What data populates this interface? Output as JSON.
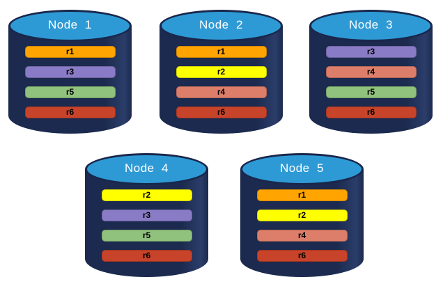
{
  "colors": {
    "cylinder_body": "#1b2a4e",
    "cylinder_body_highlight": "#2b3d6a",
    "cylinder_top": "#2e9ad5",
    "cylinder_outline": "#19274b",
    "title_text": "#ffffff",
    "bar_text": "#000000"
  },
  "replica_colors": {
    "r1": "#ffa400",
    "r2": "#ffff00",
    "r3": "#897bc5",
    "r4": "#dd7e6b",
    "r5": "#90c27d",
    "r6": "#c7432a"
  },
  "nodes": [
    {
      "label": "Node  1",
      "replicas": [
        "r1",
        "r3",
        "r5",
        "r6"
      ]
    },
    {
      "label": "Node  2",
      "replicas": [
        "r1",
        "r2",
        "r4",
        "r6"
      ]
    },
    {
      "label": "Node  3",
      "replicas": [
        "r3",
        "r4",
        "r5",
        "r6"
      ]
    },
    {
      "label": "Node  4",
      "replicas": [
        "r2",
        "r3",
        "r5",
        "r6"
      ]
    },
    {
      "label": "Node  5",
      "replicas": [
        "r1",
        "r2",
        "r4",
        "r6"
      ]
    }
  ]
}
